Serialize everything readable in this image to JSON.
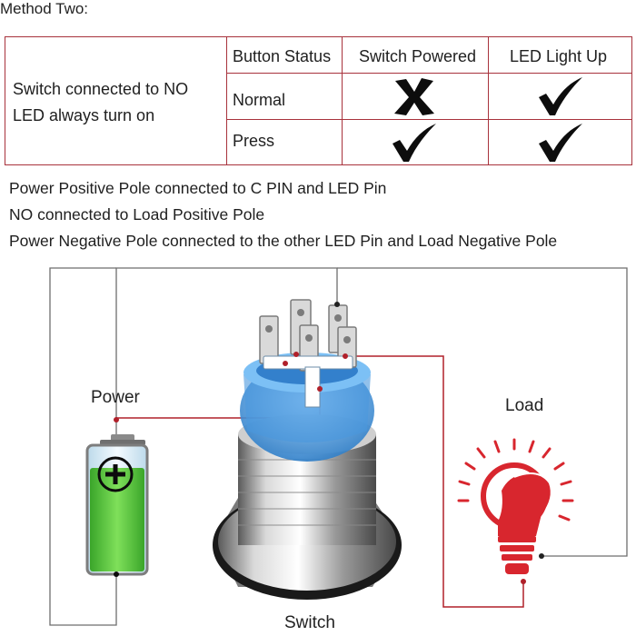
{
  "title": "Method Two:",
  "table": {
    "mode_lines": [
      "Switch connected to NO",
      "LED always turn on"
    ],
    "headers": [
      "Button Status",
      "Switch Powered",
      "LED Light Up"
    ],
    "rows": [
      {
        "status": "Normal",
        "switch_powered": "cross-icon",
        "led_light_up": "check-icon"
      },
      {
        "status": "Press",
        "switch_powered": "check-icon",
        "led_light_up": "check-icon"
      }
    ],
    "border_color": "#a8323c"
  },
  "instructions": [
    "Power Positive Pole connected to C PIN and LED Pin",
    "NO connected to Load Positive Pole",
    "Power Negative Pole connected to the other LED Pin and Load Negative Pole"
  ],
  "diagram": {
    "labels": {
      "power": "Power",
      "load": "Load",
      "switch": "Switch"
    },
    "colors": {
      "wire_gray": "#6e6e6e",
      "wire_red": "#b0202a",
      "battery_green": "#5cc43a",
      "bulb_red": "#d8262e",
      "led_blue": "#3d8fd6"
    }
  }
}
